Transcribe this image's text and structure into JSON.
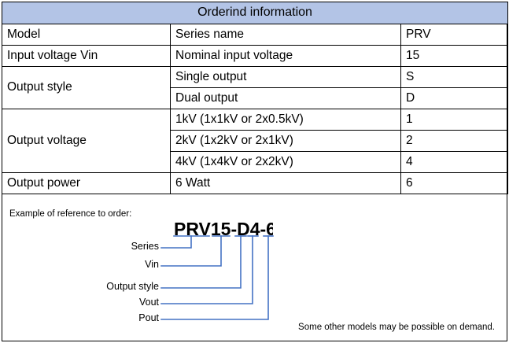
{
  "table": {
    "title": "Orderind information",
    "columns": [
      "Model",
      "Series name",
      "PRV"
    ],
    "rows": [
      {
        "param": "Model",
        "description": "Series name",
        "code": "PRV"
      },
      {
        "param": "Input voltage Vin",
        "description": "Nominal input voltage",
        "code": "15"
      },
      {
        "param": "Output style",
        "description": "Single output",
        "code": "S"
      },
      {
        "param": "",
        "description": "Dual output",
        "code": "D"
      },
      {
        "param": "Output voltage",
        "description": "1kV (1x1kV or 2x0.5kV)",
        "code": "1"
      },
      {
        "param": "",
        "description": "2kV (1x2kV or 2x1kV)",
        "code": "2"
      },
      {
        "param": "",
        "description": "4kV (1x4kV or 2x2kV)",
        "code": "4"
      },
      {
        "param": "Output power",
        "description": "6 Watt",
        "code": "6"
      }
    ],
    "cells": {
      "r0c0": "Model",
      "r0c1": "Series name",
      "r0c2": "PRV",
      "r1c0": "Input voltage Vin",
      "r1c1": "Nominal input voltage",
      "r1c2": "15",
      "r2c0": "Output style",
      "r2c1": "Single output",
      "r2c2": "S",
      "r3c1": "Dual output",
      "r3c2": "D",
      "r4c0": "Output voltage",
      "r4c1": "1kV (1x1kV or 2x0.5kV)",
      "r4c2": "1",
      "r5c1": "2kV (1x2kV or 2x1kV)",
      "r5c2": "2",
      "r6c1": "4kV (1x4kV or 2x2kV)",
      "r6c2": "4",
      "r7c0": "Output power",
      "r7c1": "6 Watt",
      "r7c2": "6"
    }
  },
  "example": {
    "caption": "Example of reference to order:",
    "model_code": "PRV15-D4-6",
    "leaders": [
      {
        "label": "Series",
        "segment": "PRV"
      },
      {
        "label": "Vin",
        "segment": "15"
      },
      {
        "label": "Output style",
        "segment": "D"
      },
      {
        "label": "Vout",
        "segment": "4"
      },
      {
        "label": "Pout",
        "segment": "6"
      }
    ],
    "leader_labels": {
      "series": "Series",
      "vin": "Vin",
      "output_style": "Output style",
      "vout": "Vout",
      "pout": "Pout"
    },
    "footnote": "Some other models may be possible on demand."
  },
  "colors": {
    "title_bar": "#b3c4e6",
    "leader_line": "#4472c4",
    "border": "#000000",
    "text": "#000000"
  }
}
